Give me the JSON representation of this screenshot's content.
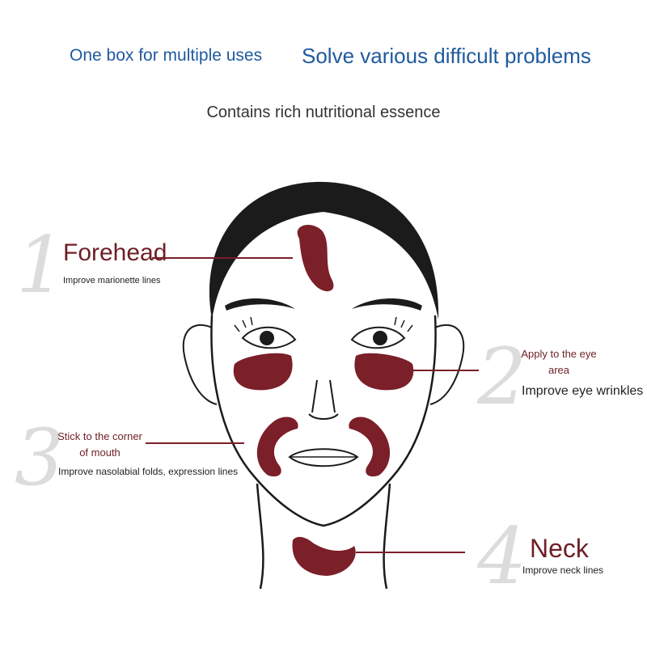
{
  "header": {
    "left": "One box for multiple uses",
    "right": "Solve various difficult problems",
    "subtitle": "Contains rich nutritional essence"
  },
  "items": [
    {
      "number": "1",
      "title": "Forehead",
      "desc": "Improve marionette lines"
    },
    {
      "number": "2",
      "title": "Apply to the eye area",
      "desc": "Improve eye wrinkles"
    },
    {
      "number": "3",
      "title": "Stick to the corner of mouth",
      "desc": "Improve nasolabial folds, expression lines"
    },
    {
      "number": "4",
      "title": "Neck",
      "desc": "Improve neck lines"
    }
  ],
  "colors": {
    "patch": "#7b1f28",
    "accent_text": "#6e1f25",
    "header_blue": "#1f5a9e",
    "number_gray": "#dcdcdc"
  }
}
